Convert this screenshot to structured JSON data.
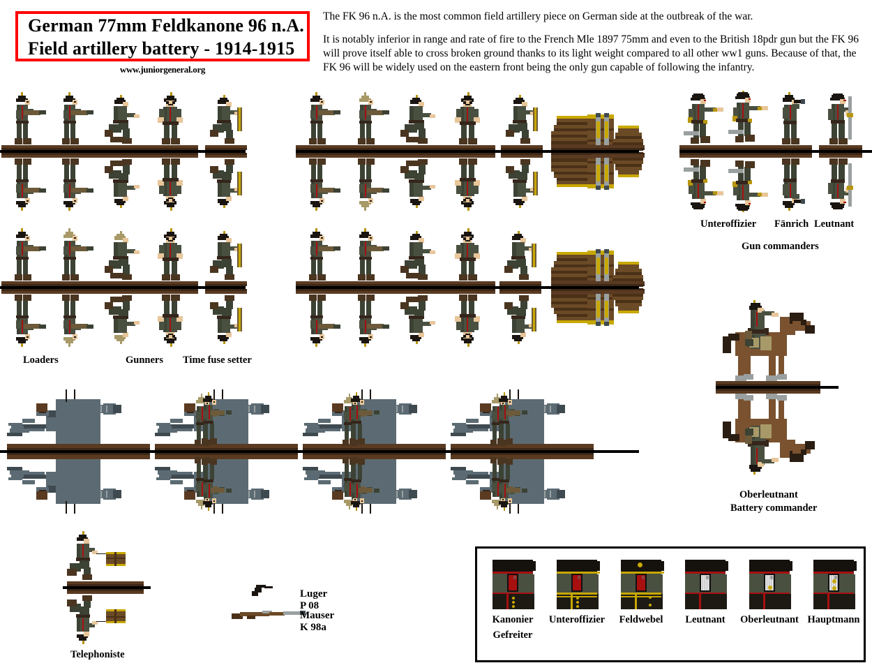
{
  "header": {
    "title_line1": "German 77mm Feldkanone 96 n.A.",
    "title_line2": "Field artillery battery - 1914-1915",
    "site_url": "www.juniorgeneral.org",
    "border_color": "#ff0000"
  },
  "description": {
    "paragraph1": "The FK 96 n.A. is the most common field artillery piece on German side at the outbreak of the war.",
    "paragraph2": "It is notably inferior in range and rate of fire to the French Mle 1897 75mm and even to the British 18pdr gun but the FK 96 will prove itself able to cross broken ground thanks to its light weight compared to all other ww1 guns. Because of that, the FK 96 will be widely used on the eastern front being the only gun capable of following the infantry."
  },
  "crew_labels": {
    "loaders": "Loaders",
    "gunners": "Gunners",
    "time_fuse_setter": "Time fuse setter"
  },
  "commanders": {
    "rank1": "Unteroffizier",
    "rank2": "Fänrich",
    "rank3": "Leutnant",
    "group_label": "Gun commanders"
  },
  "mounted_officer": {
    "rank": "Oberleutnant",
    "role": "Battery commander"
  },
  "telephonist": {
    "label": "Telephoniste"
  },
  "weapons": [
    {
      "name": "Luger P 08",
      "icon": "pistol-icon"
    },
    {
      "name": "Mauser K 98a",
      "icon": "rifle-icon"
    }
  ],
  "insignia": [
    {
      "rank": "Kanonier",
      "rank2": "Gefreiter",
      "piping": "#a81010",
      "strap": "#a81010",
      "pips": 3,
      "pip_color": "#c8a800",
      "lace": "none"
    },
    {
      "rank": "Unteroffizier",
      "rank2": "",
      "piping": "#a81010",
      "strap": "#a81010",
      "pips": 3,
      "pip_color": "#c8a800",
      "lace": "#c8a800"
    },
    {
      "rank": "Feldwebel",
      "rank2": "",
      "piping": "#a81010",
      "strap": "#a81010",
      "pips": 2,
      "pip_color": "#c8a800",
      "lace": "#c8a800"
    },
    {
      "rank": "Leutnant",
      "rank2": "",
      "piping": "#a81010",
      "strap": "#d8d8d8",
      "pips": 0,
      "pip_color": "#c8a800",
      "lace": "none"
    },
    {
      "rank": "Oberleutnant",
      "rank2": "",
      "piping": "#a81010",
      "strap": "#d8d8d8",
      "pips": 1,
      "pip_color": "#c8a800",
      "lace": "none"
    },
    {
      "rank": "Hauptmann",
      "rank2": "",
      "piping": "#a81010",
      "strap": "#d8d8d8",
      "pips": 2,
      "pip_color": "#c8a800",
      "lace": "none"
    }
  ],
  "palette": {
    "uniform_light": "#4a5040",
    "uniform_dark": "#3c4234",
    "boots": "#4a3520",
    "skin": "#e8c69a",
    "brass": "#b8960f",
    "red_piping": "#a81010",
    "khaki_cover": "#a89a68",
    "base_wood": "#5a3b22",
    "gun_steel": "#5c6b73",
    "horse_body": "#7a5230",
    "crate_wood": "#6b4a26"
  },
  "figure_rows": {
    "row1_count": 5,
    "row2_count": 7,
    "row3_count": 5,
    "row4_count": 7,
    "commander_count": 4,
    "gun_count": 4
  }
}
